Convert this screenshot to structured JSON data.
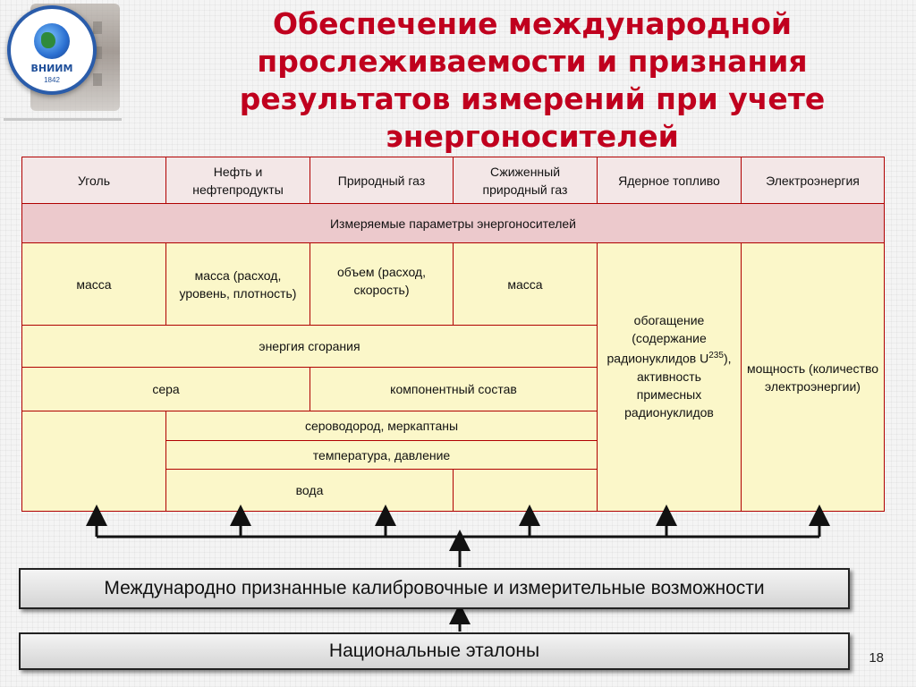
{
  "logo": {
    "text": "ВНИИМ",
    "year": "1842"
  },
  "title": "Обеспечение международной прослеживаемости и признания результатов измерений при учете энергоносителей",
  "table": {
    "headers": [
      "Уголь",
      "Нефть и нефтепродукты",
      "Природный газ",
      "Сжиженный природный газ",
      "Ядерное топливо",
      "Электроэнергия"
    ],
    "band": "Измеряемые параметры энергоносителей",
    "row_main": {
      "coal": "масса",
      "oil": "масса (расход, уровень, плотность)",
      "gas": "объем (расход, скорость)",
      "lng": "масса"
    },
    "combustion_energy": "энергия сгорания",
    "sulfur": "сера",
    "composition": "компонентный состав",
    "h2s": "сероводород, меркаптаны",
    "temp_pressure": "температура, давление",
    "water": "вода",
    "nuclear_pre": "обогащение (содержание радионуклидов U",
    "nuclear_sup": "235",
    "nuclear_post": "), активность примесных радионуклидов",
    "electricity": "мощность (количество электроэнергии)"
  },
  "boxes": {
    "international": "Международно признанные калибровочные и измерительные возможности",
    "national": "Национальные эталоны"
  },
  "page_number": "18",
  "colors": {
    "title": "#c0001e",
    "table_border": "#b00000",
    "table_fill": "#fbf7c9",
    "band_fill": "#ecc9cc",
    "header_fill": "#f3e7e7"
  }
}
